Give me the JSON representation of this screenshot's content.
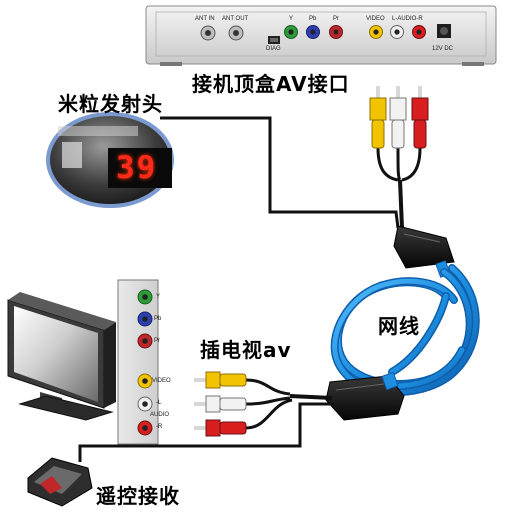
{
  "labels": {
    "stb_av_port": "接机顶盒AV接口",
    "ir_emitter": "米粒发射头",
    "network_cable": "网线",
    "tv_av_plug": "插电视av",
    "remote_receiver": "遥控接收"
  },
  "set_top_box": {
    "ports": [
      "ANT IN",
      "ANT OUT",
      "DIAG",
      "Y",
      "Pb",
      "Pr",
      "VIDEO",
      "L-AUDIO-R",
      "12V DC"
    ]
  },
  "tv_panel": {
    "ports": [
      "Y",
      "Pb",
      "Pr",
      "VIDEO",
      "-L",
      "AUDIO",
      "-R"
    ]
  },
  "ir_display": {
    "digits": "39"
  },
  "colors": {
    "rca_yellow": "#f2c300",
    "rca_white": "#eeeeee",
    "rca_red": "#d81e1e",
    "cable_blue": "#1e8fe0",
    "display_red": "#ff2a1a"
  }
}
